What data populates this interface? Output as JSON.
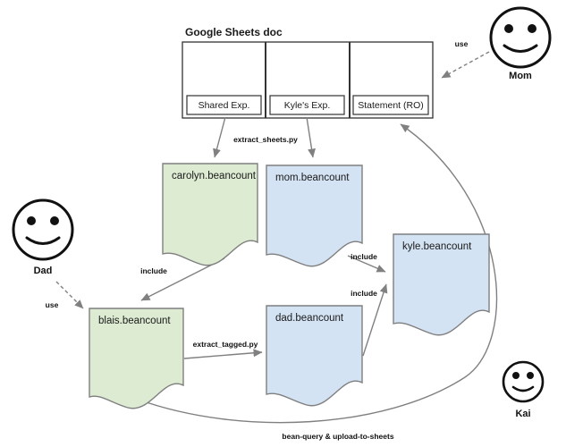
{
  "diagram": {
    "title": "Google Sheets doc",
    "sheet_tabs": [
      {
        "label": "Shared Exp."
      },
      {
        "label": "Kyle's Exp."
      },
      {
        "label": "Statement (RO)"
      }
    ],
    "documents": [
      {
        "id": "carolyn",
        "label": "carolyn.beancount",
        "color": "#ddebd2"
      },
      {
        "id": "mom",
        "label": "mom.beancount",
        "color": "#d4e3f3"
      },
      {
        "id": "kyle",
        "label": "kyle.beancount",
        "color": "#d4e3f3"
      },
      {
        "id": "blais",
        "label": "blais.beancount",
        "color": "#ddebd2"
      },
      {
        "id": "dad",
        "label": "dad.beancount",
        "color": "#d4e3f3"
      }
    ],
    "people": [
      {
        "name": "Mom"
      },
      {
        "name": "Dad"
      },
      {
        "name": "Kai"
      }
    ],
    "edge_labels": {
      "mom_use": "use",
      "dad_use": "use",
      "extract_sheets": "extract_sheets.py",
      "include_carolyn": "include",
      "extract_tagged": "extract_tagged.py",
      "include_mom": "include",
      "include_dad": "include",
      "bean_query": "bean-query & upload-to-sheets"
    },
    "colors": {
      "arrow": "#808080",
      "shape_stroke": "#7f7f7f",
      "box_stroke": "#333333"
    }
  }
}
